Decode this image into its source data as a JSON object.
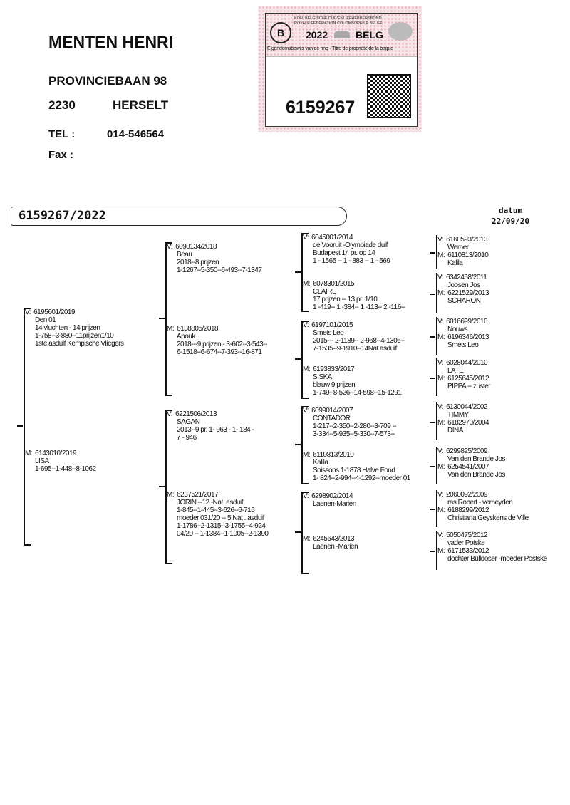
{
  "owner": {
    "name": "MENTEN HENRI",
    "street": "PROVINCIEBAAN 98",
    "postcode": "2230",
    "city": "HERSELT",
    "tel_label": "TEL :",
    "tel": "014-546564",
    "fax_label": "Fax :"
  },
  "ring_card": {
    "federation_nl": "KON. BELGISCHE DUIVENLIEFHEBBERSBOND",
    "federation_fr": "ROYALE FEDERATION COLOMBOPHILE BELGE",
    "year": "2022",
    "country": "BELG",
    "subtitle": "Eigendomsbewijs van de ring · Titre de propriété de la bague",
    "ring_number": "6159267"
  },
  "pedigree_title": "6159267/2022",
  "date_label": "datum",
  "date": "22/09/20",
  "colors": {
    "stamp_pink": "#e9a9b9"
  },
  "generation1": [
    {
      "sex": "V:",
      "ring": "6195601/2019",
      "lines": [
        "Den 01",
        "14 vluchten - 14  prijzen",
        "1-758--3-880--11prijzen1/10",
        "1ste.asduif Kempische Vliegers"
      ]
    },
    {
      "sex": "M:",
      "ring": "6143010/2019",
      "lines": [
        "LISA",
        "1-695--1-448--8-1062"
      ]
    }
  ],
  "generation2": [
    {
      "sex": "V:",
      "ring": "6098134/2018",
      "lines": [
        "Beau",
        "2018--8 prijzen",
        "1-1267--5-350--6-493--7-1347"
      ]
    },
    {
      "sex": "M:",
      "ring": "6138805/2018",
      "lines": [
        "Anouk",
        "2018---9 prijzen - 3-602--3-543--",
        "6-1518--6-674--7-393--16-871"
      ]
    },
    {
      "sex": "V:",
      "ring": "6221506/2013",
      "lines": [
        "SAGAN",
        "2013--9 pr. 1- 963 - 1- 184 -",
        "7 - 946"
      ]
    },
    {
      "sex": "M:",
      "ring": "6237521/2017",
      "lines": [
        "JORIN   --12 -Nat. asduif",
        "1-845--1-445--3-626--6-716",
        "moeder  031/20 -- 5 Nat . asduif",
        "1-1786--2-1315--3-1755--4-924",
        "04/20 -- 1-1384--1-1005--2-1390"
      ]
    }
  ],
  "generation3": [
    {
      "sex": "V:",
      "ring": "6045001/2014",
      "lines": [
        "de Vooruit -Olympiade duif",
        "Budapest 14 pr. op 14",
        "1 - 1565 -- 1 - 883 -- 1 - 569"
      ]
    },
    {
      "sex": "M:",
      "ring": "6078301/2015",
      "lines": [
        "CLAIRE",
        "17 prijzen -- 13 pr. 1/10",
        "1 -419-- 1 -384-- 1 -113-- 2 -116--"
      ]
    },
    {
      "sex": "V:",
      "ring": "6197101/2015",
      "lines": [
        "Smets Leo",
        "2015--- 2-1189-- 2-968--4-1306--",
        "7-1535--9-1910--14Nat.asduif"
      ]
    },
    {
      "sex": "M:",
      "ring": "6193833/2017",
      "lines": [
        "SISKA",
        "blauw 9 prijzen",
        "1-749--8-526--14-598--15-1291"
      ]
    },
    {
      "sex": "V:",
      "ring": "6099014/2007",
      "lines": [
        "CONTADOR",
        "1-217--2-350--2-280--3-709 --",
        "3-334--5-935--5-330--7-573--"
      ]
    },
    {
      "sex": "M:",
      "ring": "6110813/2010",
      "lines": [
        "Kalila",
        "Soissons  1-1878 Halve Fond",
        "1- 824--2-994--4-1292--moeder 01"
      ]
    },
    {
      "sex": "V:",
      "ring": "6298902/2014",
      "lines": [
        "Laenen-Marien"
      ]
    },
    {
      "sex": "M:",
      "ring": "6245643/2013",
      "lines": [
        "Laenen -Marien"
      ]
    }
  ],
  "generation4": [
    {
      "sex": "V:",
      "ring": "6160593/2013",
      "lines": [
        "Werner"
      ]
    },
    {
      "sex": "M:",
      "ring": "6110813/2010",
      "lines": [
        "Kalila"
      ]
    },
    {
      "sex": "V:",
      "ring": "6342458/2011",
      "lines": [
        "Joosen  Jos"
      ]
    },
    {
      "sex": "M:",
      "ring": "6221529/2013",
      "lines": [
        "SCHARON"
      ]
    },
    {
      "sex": "V:",
      "ring": "6016699/2010",
      "lines": [
        "Nouws"
      ]
    },
    {
      "sex": "M:",
      "ring": "6196346/2013",
      "lines": [
        "Smets Leo"
      ]
    },
    {
      "sex": "V:",
      "ring": "6028044/2010",
      "lines": [
        "LATE"
      ]
    },
    {
      "sex": "M:",
      "ring": "6125645/2012",
      "lines": [
        "PIPPA   -- zuster"
      ]
    },
    {
      "sex": "V:",
      "ring": "6130044/2002",
      "lines": [
        "TIMMY"
      ]
    },
    {
      "sex": "M:",
      "ring": "6182970/2004",
      "lines": [
        "DINA"
      ]
    },
    {
      "sex": "V:",
      "ring": "6299825/2009",
      "lines": [
        "Van den Brande Jos"
      ]
    },
    {
      "sex": "M:",
      "ring": "6254541/2007",
      "lines": [
        "Van den Brande Jos"
      ]
    },
    {
      "sex": "V:",
      "ring": "2060092/2009",
      "lines": [
        "ras Robert - verheyden"
      ]
    },
    {
      "sex": "M:",
      "ring": "6188299/2012",
      "lines": [
        "Christiana Geyskens de Ville"
      ]
    },
    {
      "sex": "V:",
      "ring": "5050475/2012",
      "lines": [
        "vader Potske"
      ]
    },
    {
      "sex": "M:",
      "ring": "6171533/2012",
      "lines": [
        "dochter Bulldoser -moeder Postske"
      ]
    }
  ]
}
